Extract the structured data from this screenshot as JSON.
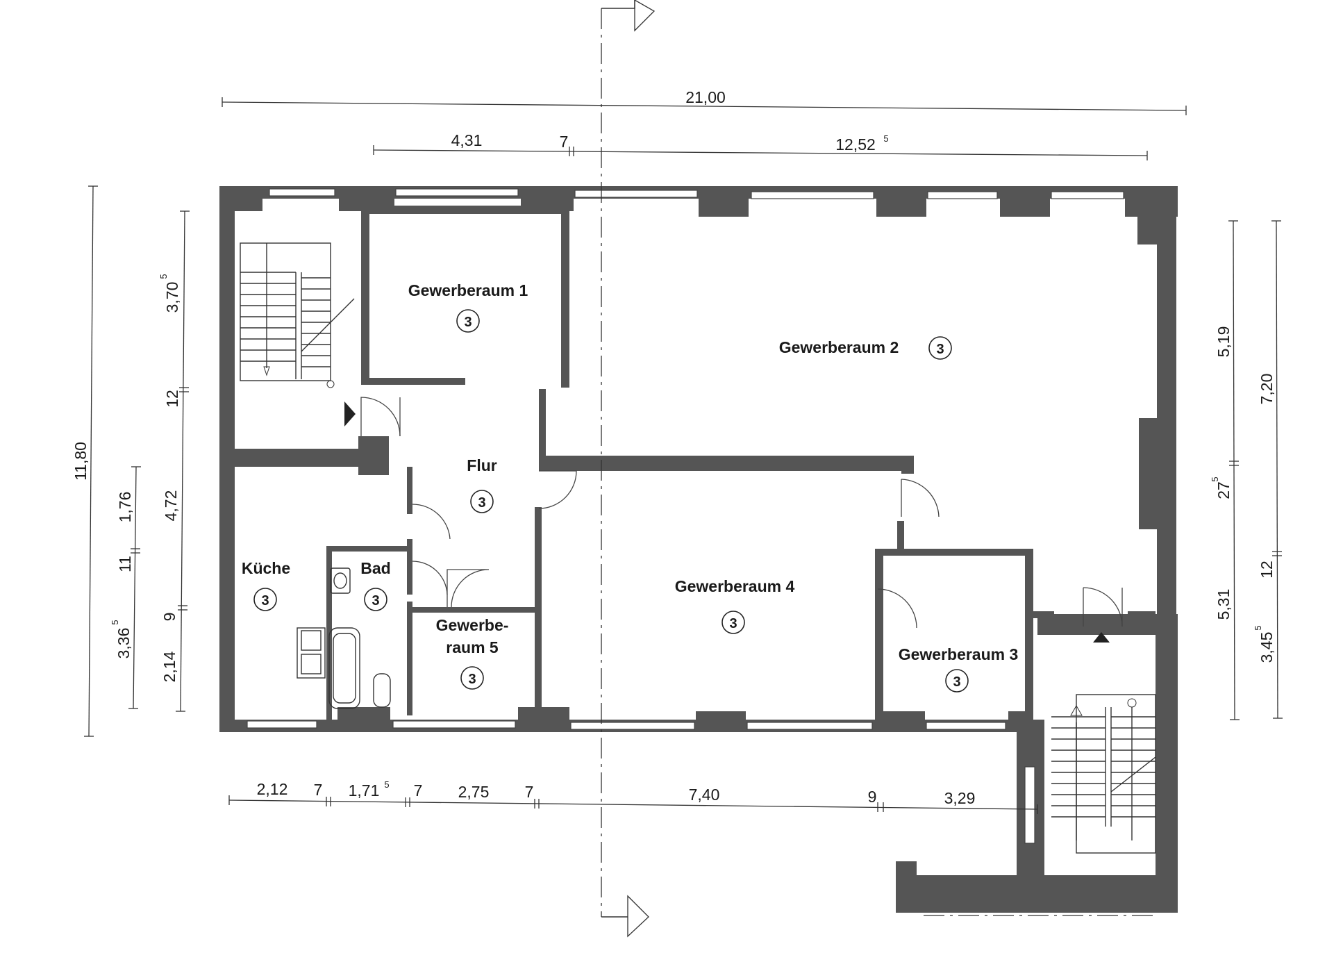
{
  "rooms": {
    "g1": {
      "name": "Gewerberaum 1",
      "num": "3"
    },
    "g2": {
      "name": "Gewerberaum 2",
      "num": "3"
    },
    "g3": {
      "name": "Gewerberaum 3",
      "num": "3"
    },
    "g4": {
      "name": "Gewerberaum 4",
      "num": "3"
    },
    "g5_line1": "Gewerbe-",
    "g5_line2": "raum 5",
    "g5_num": "3",
    "flur": {
      "name": "Flur",
      "num": "3"
    },
    "kueche": {
      "name": "Küche",
      "num": "3"
    },
    "bad": {
      "name": "Bad",
      "num": "3"
    }
  },
  "dims": {
    "top_total": "21,00",
    "top_a": "4,31",
    "top_b": "7",
    "top_c": "12,52",
    "top_c_sup": "5",
    "bottom": [
      "2,12",
      "7",
      "1,71",
      "7",
      "2,75",
      "7",
      "7,40",
      "9",
      "3,29"
    ],
    "bottom_sup_2": "5",
    "left_total": "11,80",
    "left_a": "3,70",
    "left_a_sup": "5",
    "left_b": "12",
    "left_c": "4,72",
    "left_d": "9",
    "left_e": "2,14",
    "left2_a": "1,76",
    "left2_b": "11",
    "left2_c": "3,36",
    "left2_c_sup": "5",
    "right_a": "5,19",
    "right_b": "27",
    "right_b_sup": "5",
    "right_c": "5,31",
    "right2_a": "7,20",
    "right2_b": "12",
    "right2_c": "3,45",
    "right2_c_sup": "5"
  }
}
